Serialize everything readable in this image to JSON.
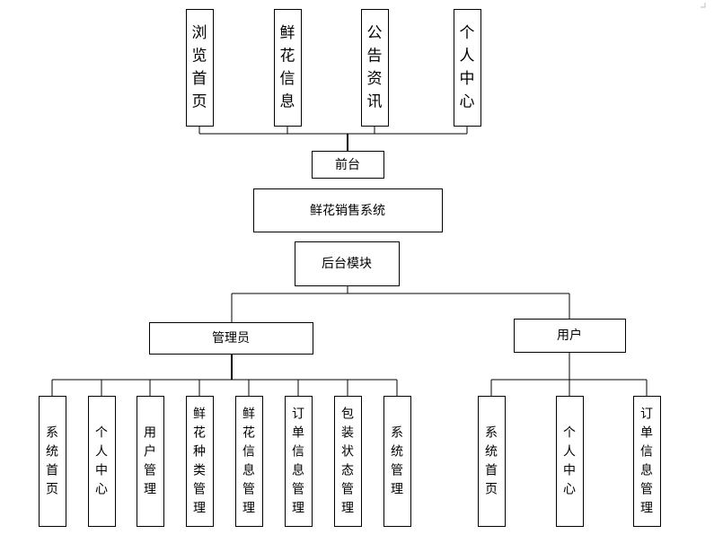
{
  "front": {
    "items": [
      "浏览首页",
      "鲜花信息",
      "公告资讯",
      "个人中心"
    ],
    "label": "前台"
  },
  "system": {
    "label": "鲜花销售系统"
  },
  "backend": {
    "label": "后台模块"
  },
  "admin": {
    "label": "管理员",
    "items": [
      "系统首页",
      "个人中心",
      "用户管理",
      "鲜花种类管理",
      "鲜花信息管理",
      "订单信息管理",
      "包装状态管理",
      "系统管理"
    ]
  },
  "user": {
    "label": "用户",
    "items": [
      "系统首页",
      "个人中心",
      "订单信息管理"
    ]
  }
}
